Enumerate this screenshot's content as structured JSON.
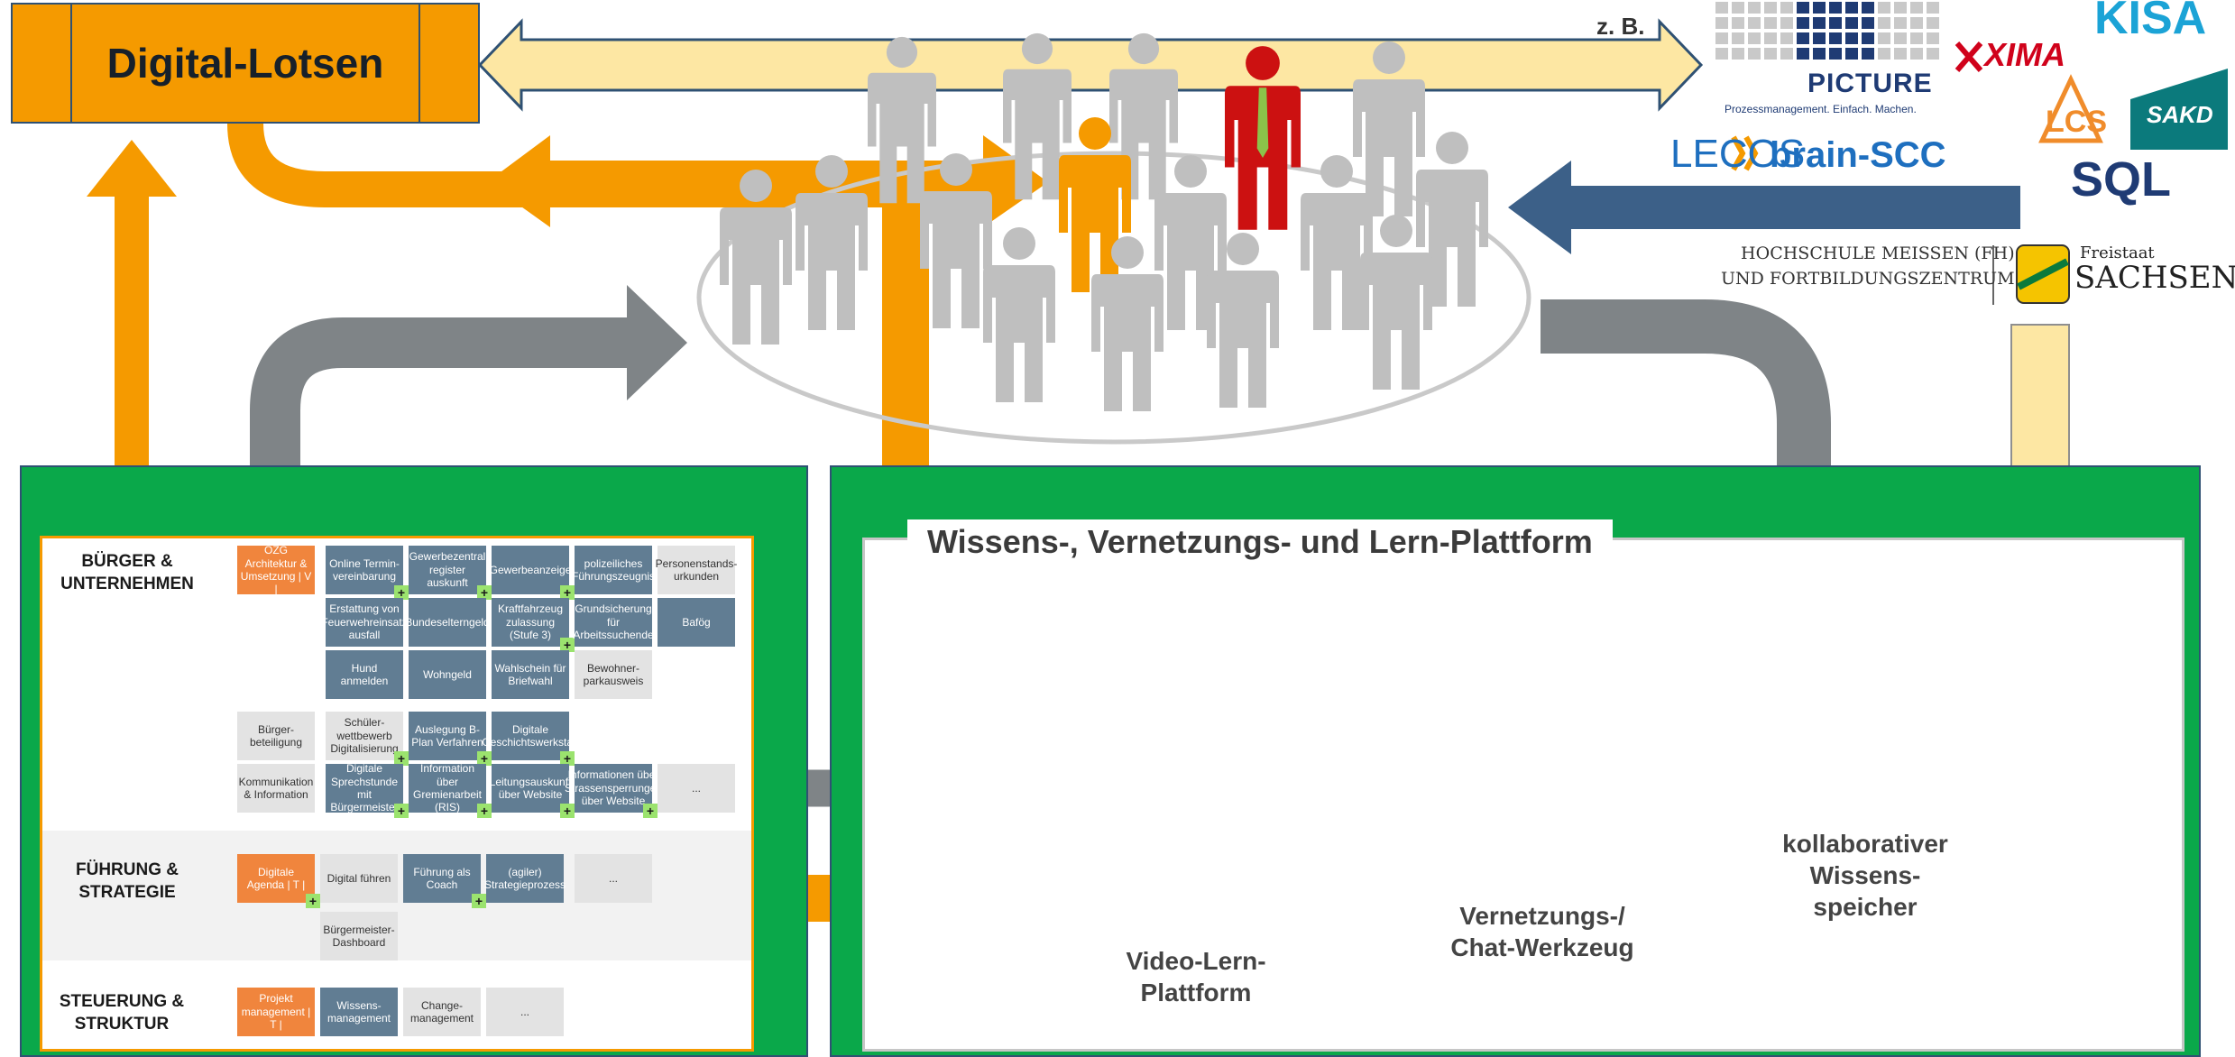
{
  "lotsen": {
    "label": "Digital-Lotsen"
  },
  "zb_label": "z. B.",
  "logos": {
    "picture": "PICTURE",
    "picture_tagline": "Prozessmanagement. Einfach. Machen.",
    "xima": "XIMA",
    "kisa": "KISA",
    "lcs": "LCS",
    "sakd": "SAKD",
    "lecos": "LECOS",
    "brain": "brain-SCC",
    "sql": "SQL",
    "hochschule_line1": "HOCHSCHULE MEISSEN (FH)",
    "hochschule_line2": "UND FORTBILDUNGSZENTRUM",
    "freistaat": "Freistaat",
    "sachsen": "SACHSEN"
  },
  "matrix": {
    "sections": [
      {
        "label": "BÜRGER & UNTERNEHMEN"
      },
      {
        "label": "FÜHRUNG & STRATEGIE"
      },
      {
        "label": "STEUERUNG & STRUKTUR"
      }
    ],
    "cells": [
      "OZG Architektur & Umsetzung | V |",
      "Online Termin-vereinbarung",
      "Gewerbezentral register auskunft",
      "Gewerbeanzeige",
      "polizeiliches Führungszeugnis",
      "Personenstands-urkunden",
      "Erstattung von Feuerwehreinsatz ausfall",
      "Bundeselterngeld",
      "Kraftfahrzeug zulassung (Stufe 3)",
      "Grundsicherung für Arbeitssuchende",
      "Bafög",
      "Hund anmelden",
      "Wohngeld",
      "Wahlschein für Briefwahl",
      "Bewohner-parkausweis",
      "Bürger-beteiligung",
      "Schüler-wettbewerb Digitalisierung",
      "Auslegung B-Plan Verfahren",
      "Digitale Geschichtswerkstatt",
      "Kommunikation & Information",
      "Digitale Sprechstunde mit Bürgermeister",
      "Information über Gremienarbeit (RIS)",
      "Leitungsauskunft über Website",
      "Informationen über Strassensperrungen über Website",
      "...",
      "Digitale Agenda | T |",
      "Digital führen",
      "Führung als Coach",
      "(agiler) Strategieprozess",
      "...",
      "Bürgermeister-Dashboard",
      "Projekt management | T |",
      "Wissens-management",
      "Change-management",
      "..."
    ]
  },
  "platform": {
    "title": "Wissens-, Vernetzungs- und Lern-Plattform",
    "steps": [
      {
        "label": "Video-Lern-Plattform"
      },
      {
        "label": "Vernetzungs-/ Chat-Werkzeug"
      },
      {
        "label": "kollaborativer Wissens-speicher"
      }
    ]
  },
  "colors": {
    "orange": "#f59a00",
    "green": "#0aa84a",
    "navy": "#2f5173",
    "gray": "#7f8487",
    "cream": "#fde7a3",
    "steel": "#3c6088",
    "person": "#bfbfbf",
    "leader": "#cc1111"
  }
}
